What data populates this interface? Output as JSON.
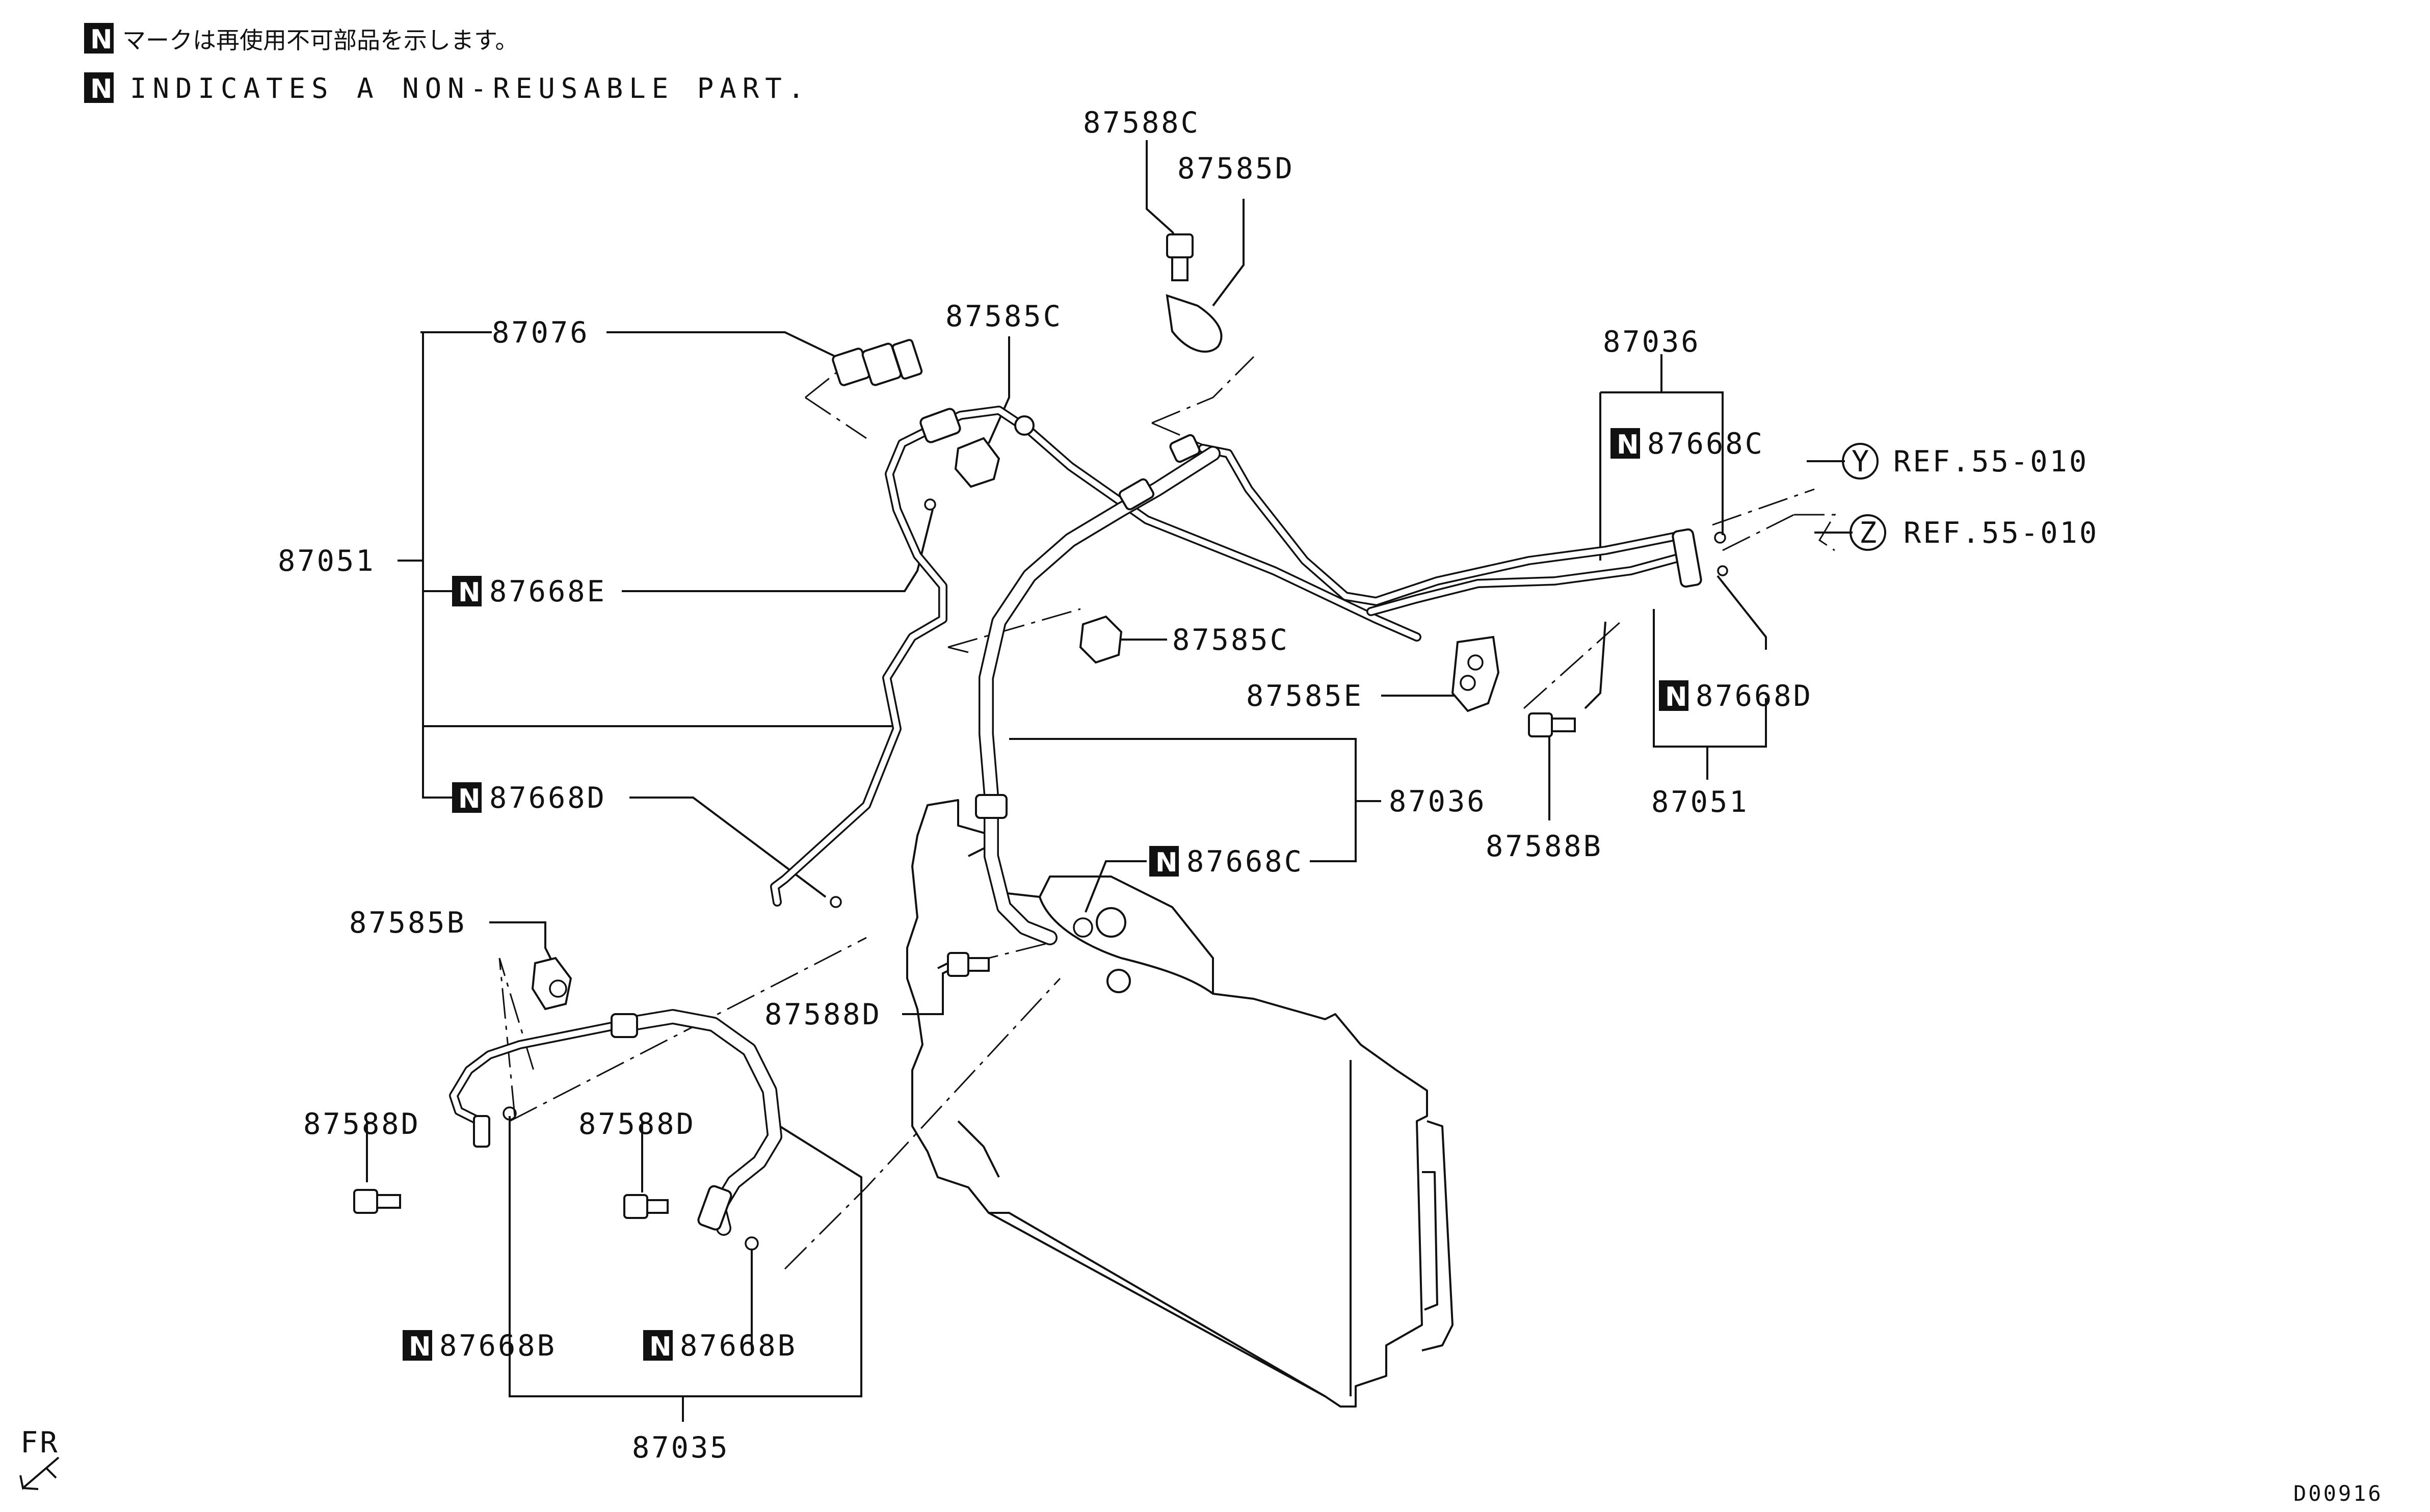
{
  "notes": {
    "jp": "マークは再使用不可部品を示します。",
    "en": "INDICATES A NON-REUSABLE PART.",
    "badge": "N"
  },
  "parts": {
    "p87588C": "87588C",
    "p87585D": "87585D",
    "p87585C_top": "87585C",
    "p87076": "87076",
    "p87051_left": "87051",
    "p87668E": "87668E",
    "p87668D_left": "87668D",
    "p87585C_mid": "87585C",
    "p87585E": "87585E",
    "p87036_mid": "87036",
    "p87668C_mid": "87668C",
    "p87036_right": "87036",
    "p87668C_right": "87668C",
    "p87668D_right": "87668D",
    "p87051_right": "87051",
    "p87588B": "87588B",
    "p87585B": "87585B",
    "p87588D_mid": "87588D",
    "p87588D_left": "87588D",
    "p87588D_low": "87588D",
    "p87668B_left": "87668B",
    "p87668B_right": "87668B",
    "p87035": "87035"
  },
  "refs": {
    "y_letter": "Y",
    "y_text": "REF.55-010",
    "z_letter": "Z",
    "z_text": "REF.55-010"
  },
  "orientation": "FR",
  "diagram_id": "D00916"
}
